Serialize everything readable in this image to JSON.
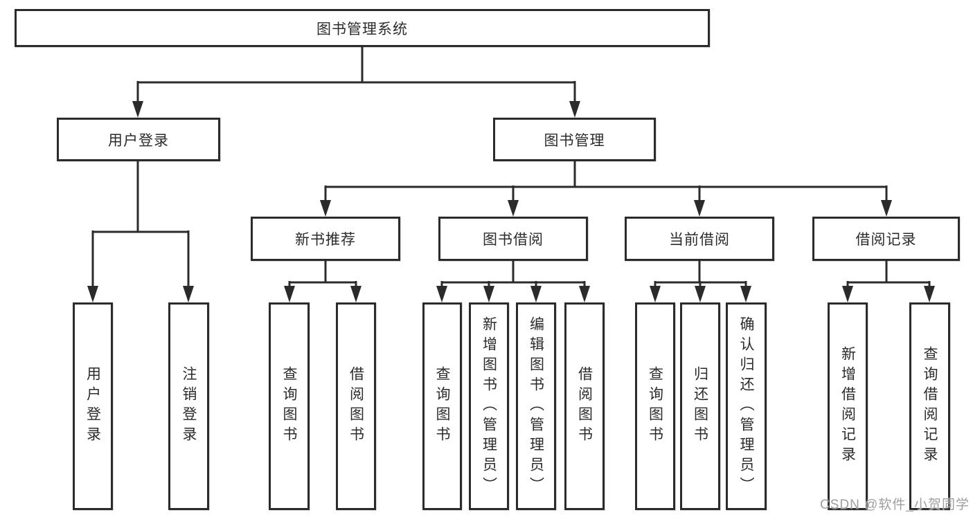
{
  "colors": {
    "line": "#2b2b2b",
    "box_border": "#2b2b2b",
    "text": "#2b2b2b",
    "background": "#ffffff",
    "watermark": "#9e9e9e"
  },
  "diagram": {
    "root": {
      "label": "图书管理系统"
    },
    "branches": [
      {
        "label": "用户登录",
        "children": [
          {
            "label": "用户登录"
          },
          {
            "label": "注销登录"
          }
        ]
      },
      {
        "label": "图书管理",
        "groups": [
          {
            "label": "新书推荐",
            "children": [
              {
                "label": "查询图书"
              },
              {
                "label": "借阅图书"
              }
            ]
          },
          {
            "label": "图书借阅",
            "children": [
              {
                "label": "查询图书"
              },
              {
                "label": "新增图书（管理员）"
              },
              {
                "label": "编辑图书（管理员）"
              },
              {
                "label": "借阅图书"
              }
            ]
          },
          {
            "label": "当前借阅",
            "children": [
              {
                "label": "查询图书"
              },
              {
                "label": "归还图书"
              },
              {
                "label": "确认归还（管理员）"
              }
            ]
          },
          {
            "label": "借阅记录",
            "children": [
              {
                "label": "新增借阅记录"
              },
              {
                "label": "查询借阅记录"
              }
            ]
          }
        ]
      }
    ]
  },
  "watermark": {
    "text": "CSDN @软件_小贺同学"
  }
}
